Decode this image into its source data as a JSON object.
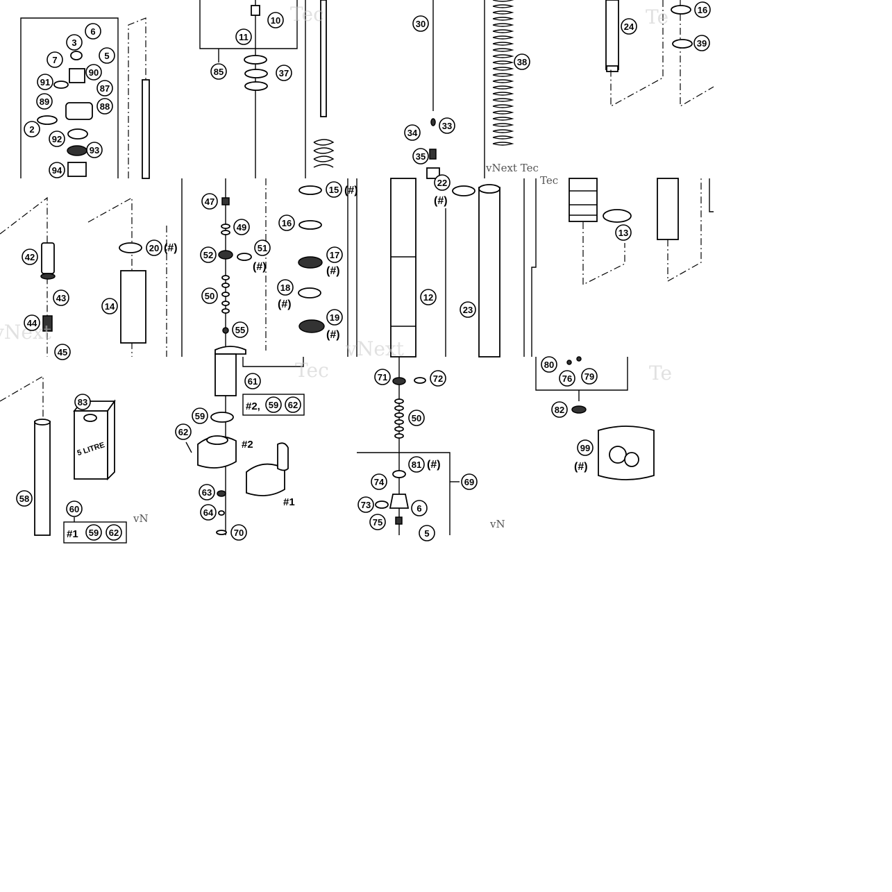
{
  "diagram": {
    "watermark_text": "vNext Technologies",
    "watermark_fragments": [
      "Technologies",
      "Tec",
      "vNext",
      "Te",
      "vN",
      "vNext Tec"
    ],
    "hash_label": "(#)",
    "set_labels": {
      "set1": "#1",
      "set2": "#2",
      "set2_full": "#2,",
      "set1_full": "#1"
    },
    "can_label": "5 LITRE",
    "callouts": [
      "2",
      "3",
      "5",
      "6",
      "7",
      "10",
      "11",
      "12",
      "13",
      "14",
      "15",
      "16",
      "17",
      "18",
      "19",
      "20",
      "22",
      "23",
      "24",
      "30",
      "33",
      "34",
      "35",
      "37",
      "38",
      "39",
      "42",
      "43",
      "44",
      "45",
      "47",
      "49",
      "50",
      "51",
      "52",
      "55",
      "58",
      "59",
      "60",
      "61",
      "62",
      "63",
      "64",
      "69",
      "70",
      "71",
      "72",
      "73",
      "74",
      "75",
      "76",
      "79",
      "80",
      "81",
      "82",
      "83",
      "85",
      "87",
      "88",
      "89",
      "90",
      "91",
      "92",
      "93",
      "94",
      "99"
    ]
  }
}
